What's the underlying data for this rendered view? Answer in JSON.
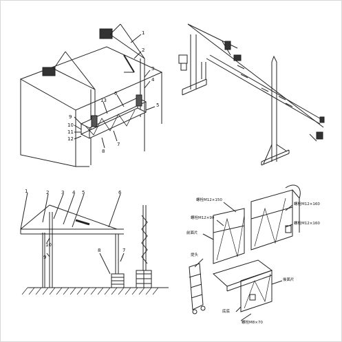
{
  "panels": {
    "top_left": {
      "callouts": [
        "1",
        "2",
        "3",
        "4",
        "5",
        "6",
        "7",
        "8",
        "9",
        "10",
        "11",
        "12",
        "13"
      ]
    },
    "bottom_left": {
      "callouts": [
        "1",
        "2",
        "3",
        "4",
        "5",
        "6",
        "7",
        "8",
        "9",
        "10"
      ]
    },
    "bottom_right": {
      "labels": {
        "rod_top": "螺栓M12×150",
        "rod_left": "螺栓M12×90",
        "rod_right": "螺栓M12×160",
        "rod_right2": "螺栓M12×160",
        "rod_bottom": "螺栓M8×70",
        "front_panel": "前面片",
        "head_frame": "提头",
        "rear_panel": "後面片",
        "floor": "底底"
      }
    }
  }
}
